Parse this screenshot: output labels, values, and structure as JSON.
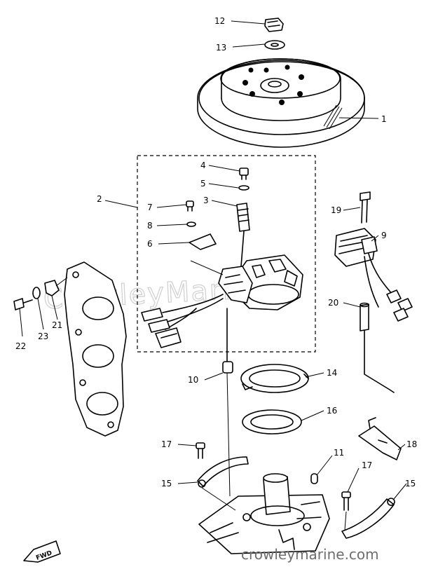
{
  "watermark": {
    "faded_text": "CrowleyMarine",
    "footer_text": "crowleymarine.com"
  },
  "direction_badge": "FWD",
  "callouts": [
    {
      "id": "12",
      "text": "12"
    },
    {
      "id": "13",
      "text": "13"
    },
    {
      "id": "1",
      "text": "1"
    },
    {
      "id": "2",
      "text": "2"
    },
    {
      "id": "4",
      "text": "4"
    },
    {
      "id": "5",
      "text": "5"
    },
    {
      "id": "3",
      "text": "3"
    },
    {
      "id": "7",
      "text": "7"
    },
    {
      "id": "8",
      "text": "8"
    },
    {
      "id": "6",
      "text": "6"
    },
    {
      "id": "19",
      "text": "19"
    },
    {
      "id": "9",
      "text": "9"
    },
    {
      "id": "20",
      "text": "20"
    },
    {
      "id": "22",
      "text": "22"
    },
    {
      "id": "23",
      "text": "23"
    },
    {
      "id": "21",
      "text": "21"
    },
    {
      "id": "10",
      "text": "10"
    },
    {
      "id": "14",
      "text": "14"
    },
    {
      "id": "16",
      "text": "16"
    },
    {
      "id": "17a",
      "text": "17"
    },
    {
      "id": "18",
      "text": "18"
    },
    {
      "id": "11",
      "text": "11"
    },
    {
      "id": "15a",
      "text": "15"
    },
    {
      "id": "17b",
      "text": "17"
    },
    {
      "id": "15b",
      "text": "15"
    }
  ]
}
